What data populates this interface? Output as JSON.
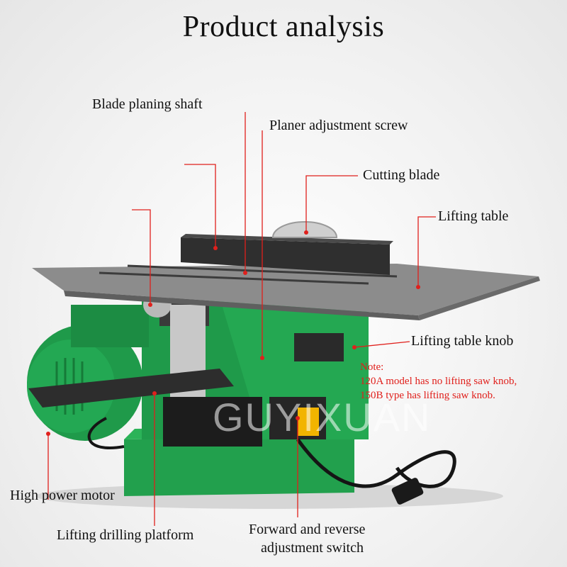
{
  "title": "Product analysis",
  "labels": {
    "blade_planing_shaft": "Blade planing shaft",
    "planer_adjustment_screw": "Planer adjustment screw",
    "cutting_blade": "Cutting blade",
    "lifting_table": "Lifting table",
    "lifting_table_knob": "Lifting table knob",
    "high_power_motor": "High power motor",
    "lifting_drilling_platform": "Lifting drilling platform",
    "switch_line1": "Forward and reverse",
    "switch_line2": "adjustment switch"
  },
  "note": {
    "heading": "Note:",
    "line1": "120A model has no lifting saw knob,",
    "line2": "150B type has lifting saw knob."
  },
  "watermark": "GUYIXUAN",
  "colors": {
    "leader_line": "#e0201c",
    "machine_green": "#1f9a4a",
    "note_text": "#e0201c"
  }
}
